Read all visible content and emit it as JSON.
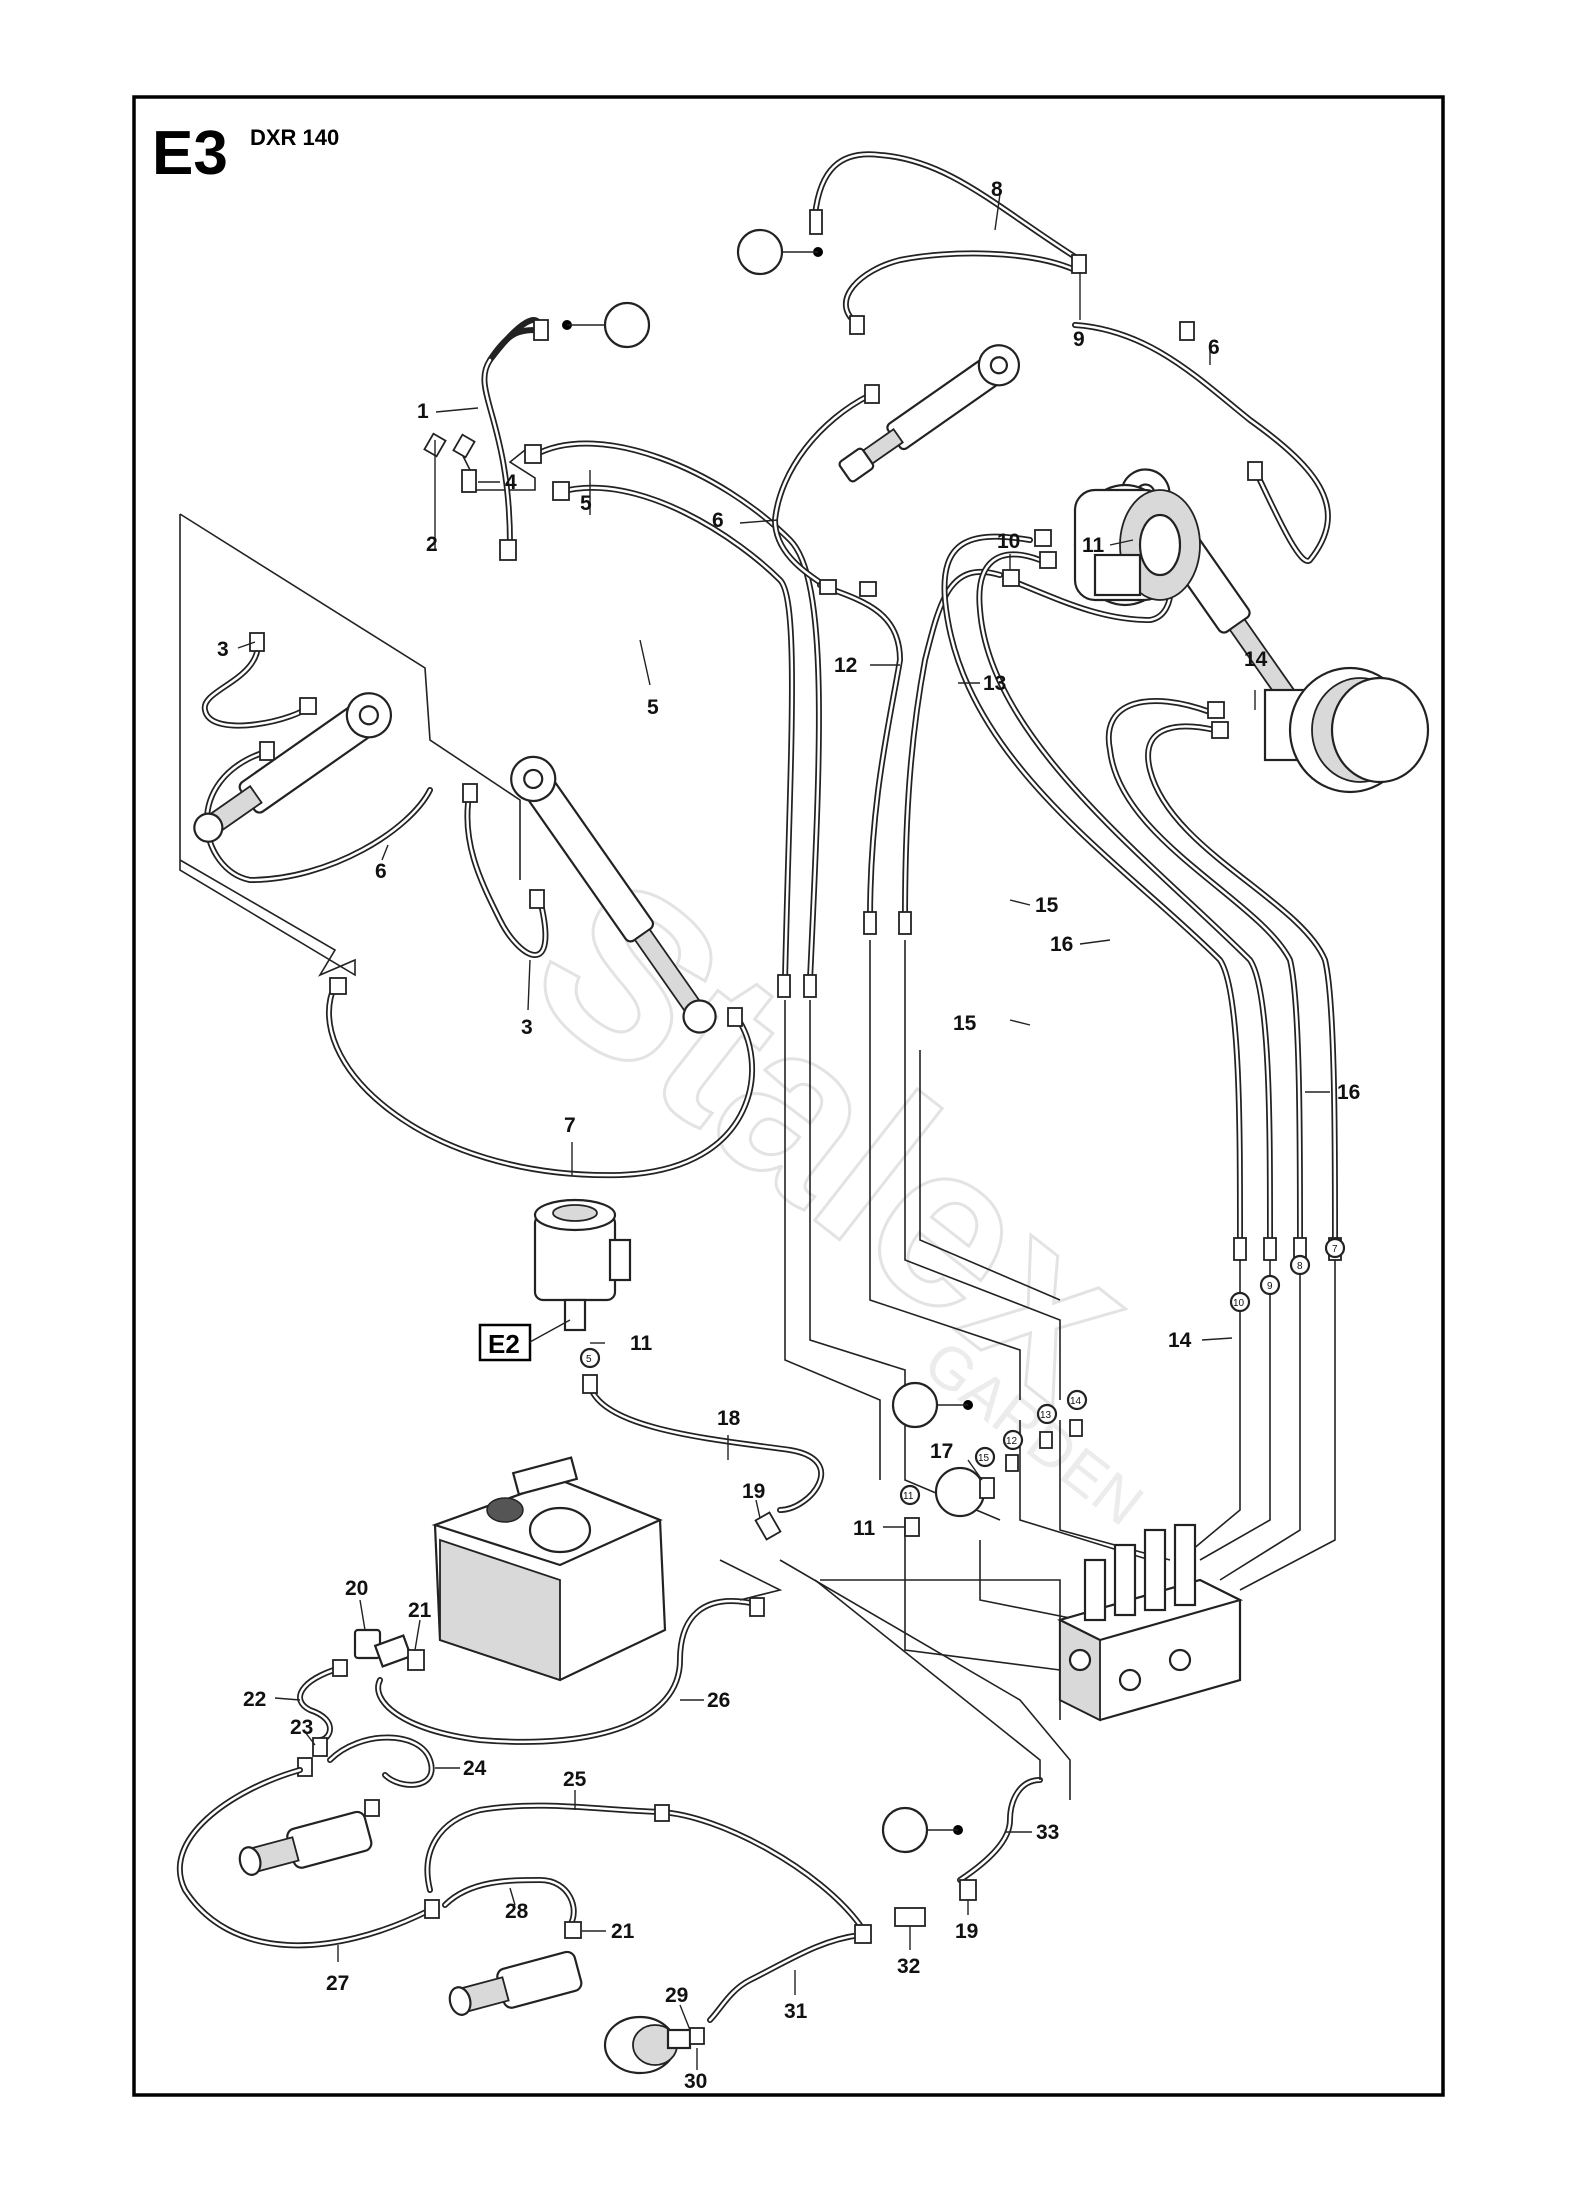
{
  "page": {
    "section_code": "E3",
    "model": "DXR 140",
    "reference_box": "E2",
    "watermark_text": "Stalex",
    "watermark_subtext": "GARDEN"
  },
  "callouts": [
    {
      "id": "c1",
      "label": "1"
    },
    {
      "id": "c2",
      "label": "2"
    },
    {
      "id": "c3a",
      "label": "3"
    },
    {
      "id": "c3b",
      "label": "3"
    },
    {
      "id": "c4",
      "label": "4"
    },
    {
      "id": "c5a",
      "label": "5"
    },
    {
      "id": "c5b",
      "label": "5"
    },
    {
      "id": "c6a",
      "label": "6"
    },
    {
      "id": "c6b",
      "label": "6"
    },
    {
      "id": "c6c",
      "label": "6"
    },
    {
      "id": "c7",
      "label": "7"
    },
    {
      "id": "c8",
      "label": "8"
    },
    {
      "id": "c9",
      "label": "9"
    },
    {
      "id": "c10",
      "label": "10"
    },
    {
      "id": "c11a",
      "label": "11"
    },
    {
      "id": "c11b",
      "label": "11"
    },
    {
      "id": "c11c",
      "label": "11"
    },
    {
      "id": "c12",
      "label": "12"
    },
    {
      "id": "c13",
      "label": "13"
    },
    {
      "id": "c14a",
      "label": "14"
    },
    {
      "id": "c14b",
      "label": "14"
    },
    {
      "id": "c15a",
      "label": "15"
    },
    {
      "id": "c15b",
      "label": "15"
    },
    {
      "id": "c16a",
      "label": "16"
    },
    {
      "id": "c16b",
      "label": "16"
    },
    {
      "id": "c17",
      "label": "17"
    },
    {
      "id": "c18",
      "label": "18"
    },
    {
      "id": "c19a",
      "label": "19"
    },
    {
      "id": "c19b",
      "label": "19"
    },
    {
      "id": "c20",
      "label": "20"
    },
    {
      "id": "c21a",
      "label": "21"
    },
    {
      "id": "c21b",
      "label": "21"
    },
    {
      "id": "c22",
      "label": "22"
    },
    {
      "id": "c23",
      "label": "23"
    },
    {
      "id": "c24",
      "label": "24"
    },
    {
      "id": "c25",
      "label": "25"
    },
    {
      "id": "c26",
      "label": "26"
    },
    {
      "id": "c27",
      "label": "27"
    },
    {
      "id": "c28",
      "label": "28"
    },
    {
      "id": "c29",
      "label": "29"
    },
    {
      "id": "c30",
      "label": "30"
    },
    {
      "id": "c31",
      "label": "31"
    },
    {
      "id": "c32",
      "label": "32"
    },
    {
      "id": "c33",
      "label": "33"
    }
  ],
  "port_tags": [
    {
      "id": "p5",
      "label": "5"
    },
    {
      "id": "p11",
      "label": "11"
    },
    {
      "id": "p15",
      "label": "15"
    },
    {
      "id": "p12",
      "label": "12"
    },
    {
      "id": "p13",
      "label": "13"
    },
    {
      "id": "p14",
      "label": "14"
    },
    {
      "id": "p10",
      "label": "10"
    },
    {
      "id": "p9",
      "label": "9"
    },
    {
      "id": "p8",
      "label": "8"
    },
    {
      "id": "p7",
      "label": "7"
    }
  ]
}
